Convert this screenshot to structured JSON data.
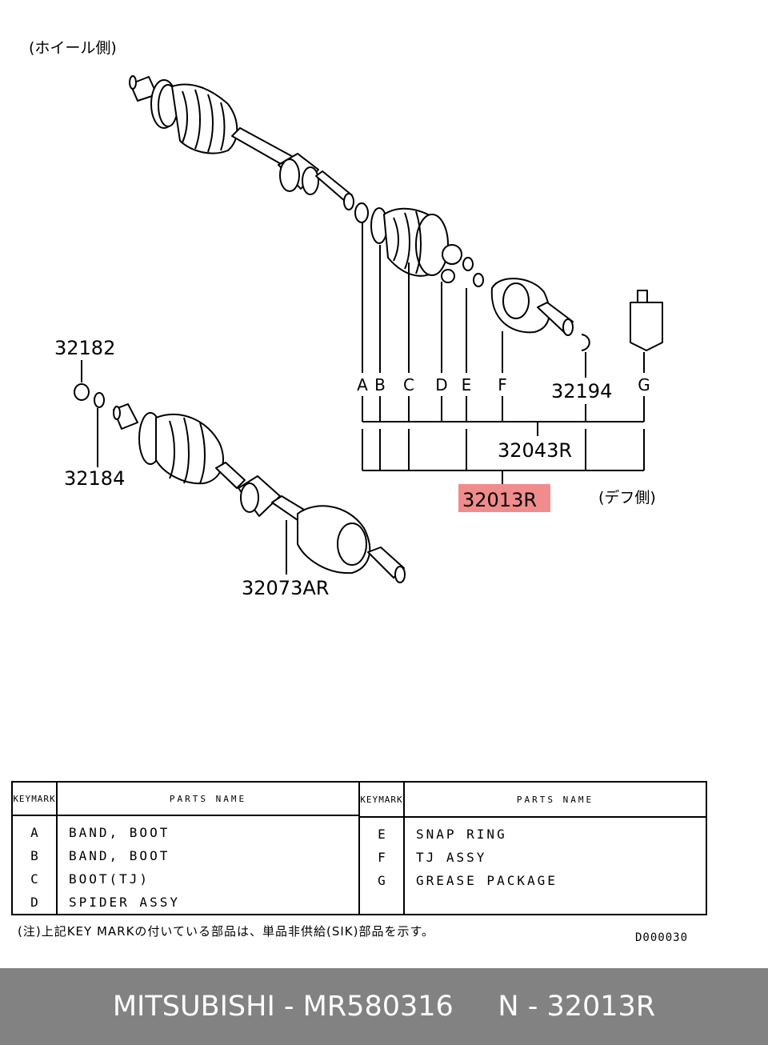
{
  "diagram": {
    "side_labels": {
      "wheel_side": "(ホイール側)",
      "diff_side": "(デフ側)"
    },
    "part_numbers": {
      "p32182": "32182",
      "p32184": "32184",
      "p32073AR": "32073AR",
      "p32194": "32194",
      "p32043R": "32043R",
      "p32013R": "32013R"
    },
    "key_marks": [
      "A",
      "B",
      "C",
      "D",
      "E",
      "F",
      "G"
    ],
    "highlight_color": "#f08c8c"
  },
  "table": {
    "key_header": [
      "KEY",
      "MARK"
    ],
    "name_header": "PARTS NAME",
    "left_rows": [
      {
        "key": "A",
        "name": "BAND, BOOT"
      },
      {
        "key": "B",
        "name": "BAND, BOOT"
      },
      {
        "key": "C",
        "name": "BOOT(TJ)"
      },
      {
        "key": "D",
        "name": "SPIDER ASSY"
      }
    ],
    "right_rows": [
      {
        "key": "E",
        "name": "SNAP RING"
      },
      {
        "key": "F",
        "name": "TJ ASSY"
      },
      {
        "key": "G",
        "name": "GREASE PACKAGE"
      }
    ]
  },
  "note": "(注)上記KEY MARKの付いている部品は、単品非供給(SIK)部品を示す。",
  "drawing_code": "D000030",
  "footer": {
    "text": "MITSUBISHI - MR580316     N - 32013R",
    "bg_color": "#828282"
  }
}
